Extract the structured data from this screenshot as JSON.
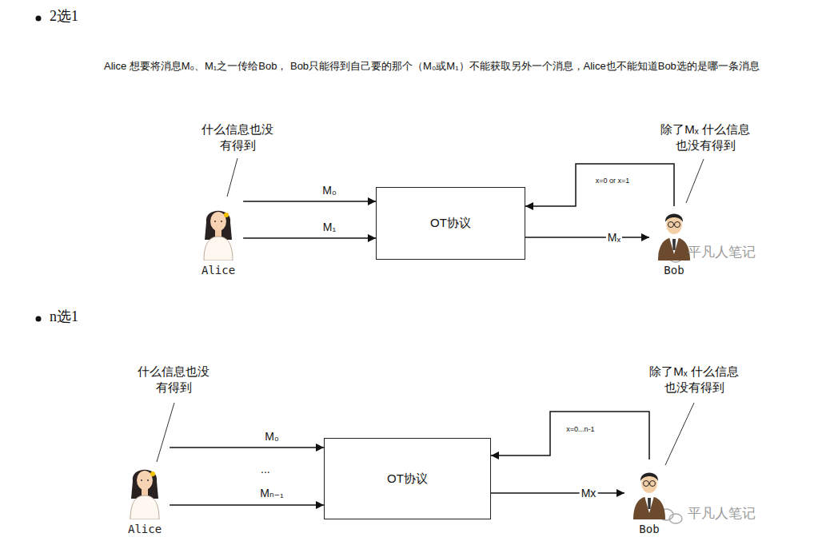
{
  "diagram": {
    "nodes": [
      {
        "text": [
          "Alice"
        ]
      },
      {
        "text": [
          "OT协议"
        ]
      },
      {
        "text": [
          "Bob"
        ]
      },
      {
        "text": [
          "Alice"
        ]
      },
      {
        "text": [
          "OT协议"
        ]
      },
      {
        "text": [
          "Bob"
        ]
      }
    ],
    "edges": [
      {
        "from": 0,
        "to": 1,
        "arrow": "to",
        "label": "M₀"
      },
      {
        "from": 0,
        "to": 1,
        "arrow": "to",
        "label": "M₁"
      },
      {
        "from": 2,
        "to": 1,
        "arrow": "to",
        "label": "x=0 or x=1"
      },
      {
        "from": 1,
        "to": 2,
        "arrow": "to",
        "label": "Mₓ"
      },
      {
        "from": 3,
        "to": 4,
        "arrow": "to",
        "label": "M₀"
      },
      {
        "from": 3,
        "to": 4,
        "arrow": "to",
        "label": "Mₙ₋₁"
      },
      {
        "from": 5,
        "to": 4,
        "arrow": "to",
        "label": "x=0...n-1"
      },
      {
        "from": 4,
        "to": 5,
        "arrow": "to",
        "label": "Mx"
      }
    ],
    "labels": [
      "2选1",
      "Alice 想要将消息M₀、M₁之一传给Bob， Bob只能得到自己要的那个（M₀或M₁）不能获取另外一个消息，Alice也不能知道Bob选的是哪一条消息",
      "什么信息也没有得到",
      "除了Mₓ 什么信息也没有得到",
      "平凡人笔记",
      "n选1",
      "什么信息也没有得到",
      "除了Mₓ 什么信息也没有得到",
      "...",
      "平凡人笔记"
    ]
  }
}
